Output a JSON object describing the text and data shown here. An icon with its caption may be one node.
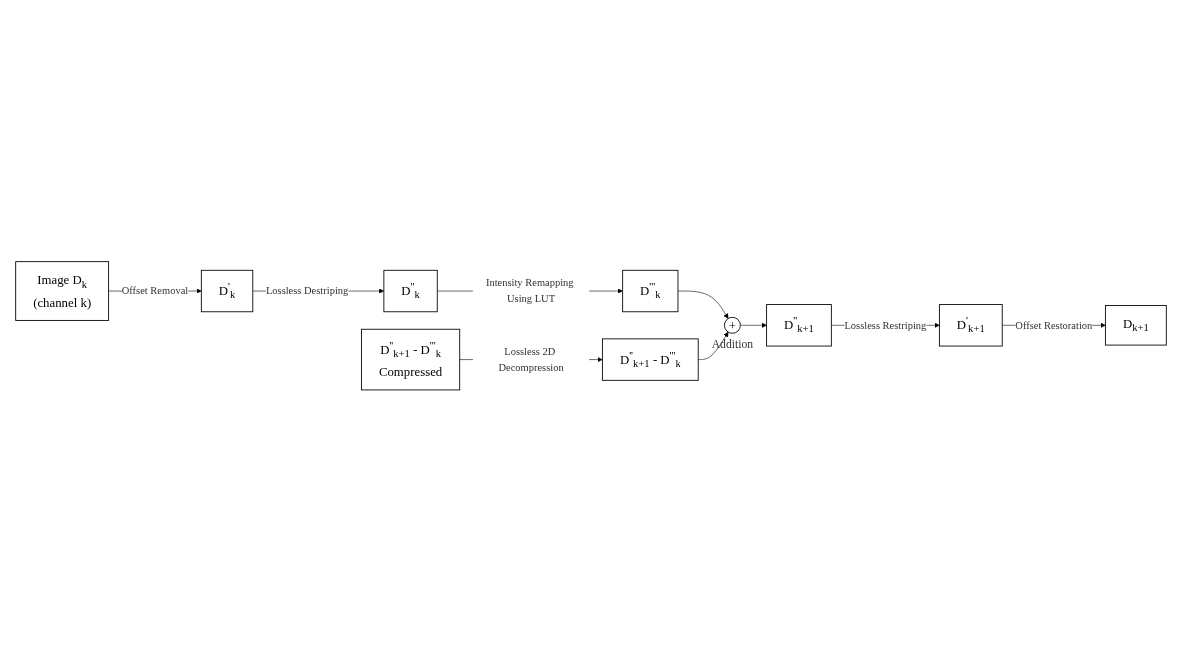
{
  "diagram": {
    "nodes": [
      {
        "text": [
          "Image D$_{k}$",
          "(channel k)"
        ]
      },
      {
        "text": [
          "D$^{'}$$_{k}$"
        ]
      },
      {
        "text": [
          "D$^{''}$$_{k}$"
        ]
      },
      {
        "text": [
          "D$^{'''}$$_{k}$"
        ]
      },
      {
        "text": [
          "D$^{''}$$_{k+1}$ - D$^{'''}$$_{k}$",
          "Compressed"
        ]
      },
      {
        "text": [
          "D$^{''}$$_{k+1}$ - D$^{'''}$$_{k}$"
        ]
      },
      {
        "text": [
          "+"
        ],
        "beside": [
          "Addition"
        ]
      },
      {
        "text": [
          "D$^{''}$$_{k+1}$"
        ]
      },
      {
        "text": [
          "D$^{'}$$_{k+1}$"
        ]
      },
      {
        "text": [
          "D$_{k+1}$"
        ]
      }
    ],
    "edges": [
      {
        "from": 0,
        "to": 1,
        "arrow": "to",
        "label": "Offset Removal"
      },
      {
        "from": 1,
        "to": 2,
        "arrow": "to",
        "label": "Lossless Destriping"
      },
      {
        "from": 2,
        "to": 3,
        "arrow": "to",
        "label": "Intensity Remapping Using LUT"
      },
      {
        "from": 3,
        "to": 6,
        "arrow": "to"
      },
      {
        "from": 4,
        "to": 5,
        "arrow": "to",
        "label": "Lossless 2D Decompression"
      },
      {
        "from": 5,
        "to": 6,
        "arrow": "to"
      },
      {
        "from": 6,
        "to": 7,
        "arrow": "to"
      },
      {
        "from": 7,
        "to": 8,
        "arrow": "to",
        "label": "Lossless Restriping"
      },
      {
        "from": 8,
        "to": 9,
        "arrow": "to",
        "label": "Offset Restoration"
      }
    ]
  }
}
